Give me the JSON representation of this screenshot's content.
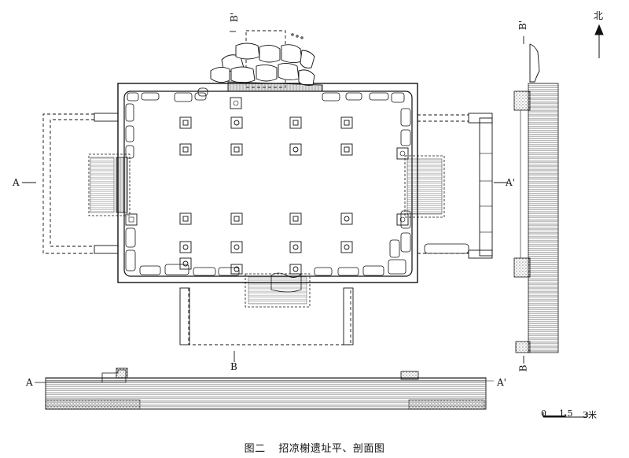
{
  "labels": {
    "north": "北",
    "b_prime": "B'",
    "b": "B",
    "a": "A",
    "a_prime": "A'"
  },
  "scale": {
    "ticks": [
      "0",
      "1.5",
      "3米"
    ]
  },
  "caption": {
    "figure_no": "图二",
    "title": "招凉榭遗址平、剖面图"
  }
}
